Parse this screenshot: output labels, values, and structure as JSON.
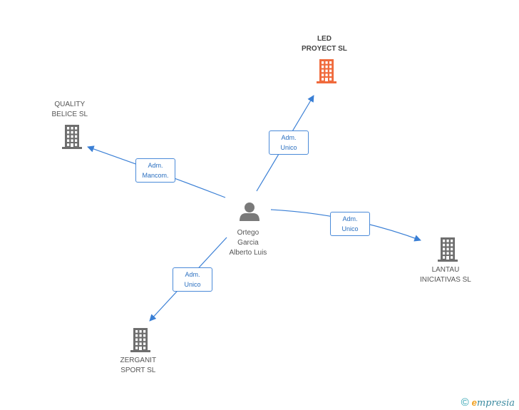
{
  "colors": {
    "edge": "#3a7fd5",
    "company": "#6e6e6e",
    "company_highlight": "#f06a3c",
    "person": "#7a7a7a"
  },
  "center": {
    "id": "person",
    "lines": [
      "Ortego",
      "Garcia",
      "Alberto Luis"
    ],
    "icon": "person-icon"
  },
  "companies": [
    {
      "id": "led",
      "lines": [
        "LED",
        "PROYECT SL"
      ],
      "highlight": true,
      "icon": "building-icon"
    },
    {
      "id": "quality",
      "lines": [
        "QUALITY",
        "BELICE SL"
      ],
      "highlight": false,
      "icon": "building-icon"
    },
    {
      "id": "lantau",
      "lines": [
        "LANTAU",
        "INICIATIVAS SL"
      ],
      "highlight": false,
      "icon": "building-icon"
    },
    {
      "id": "zerganit",
      "lines": [
        "ZERGANIT",
        "SPORT SL"
      ],
      "highlight": false,
      "icon": "building-icon"
    }
  ],
  "edges": [
    {
      "to": "led",
      "lines": [
        "Adm.",
        "Unico"
      ]
    },
    {
      "to": "quality",
      "lines": [
        "Adm.",
        "Mancom."
      ]
    },
    {
      "to": "lantau",
      "lines": [
        "Adm.",
        "Unico"
      ]
    },
    {
      "to": "zerganit",
      "lines": [
        "Adm.",
        "Unico"
      ]
    }
  ],
  "footer": {
    "copyright": "©",
    "brand_initial": "e",
    "brand_rest": "mpresia"
  }
}
